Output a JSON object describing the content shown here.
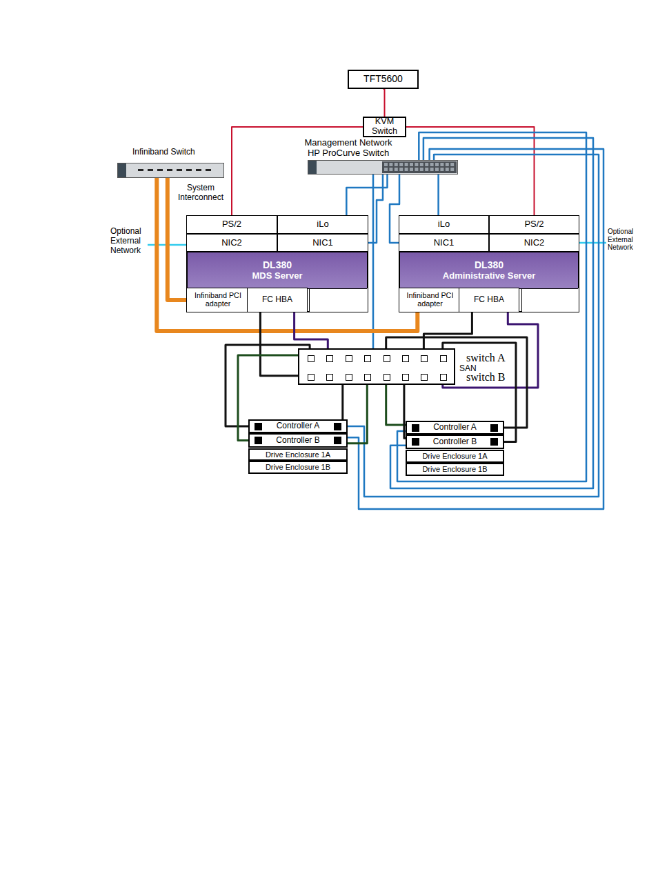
{
  "diagram": {
    "nodes": [
      {
        "text": [
          "TFT5600"
        ]
      },
      {
        "text": [
          "KVM Switch"
        ]
      },
      {
        "text": [
          "Management Network HP ProCurve Switch"
        ]
      },
      {
        "text": [
          "Infiniband Switch"
        ]
      },
      {
        "text": [
          "DL380",
          "MDS Server"
        ]
      },
      {
        "text": [
          "PS/2"
        ],
        "in": 4
      },
      {
        "text": [
          "iLo"
        ],
        "in": 4
      },
      {
        "text": [
          "NIC2"
        ],
        "in": 4
      },
      {
        "text": [
          "NIC1"
        ],
        "in": 4
      },
      {
        "text": [
          "Infiniband PCI adapter"
        ],
        "in": 4
      },
      {
        "text": [
          "FC HBA"
        ],
        "in": 4
      },
      {
        "text": [
          "DL380",
          "Administrative Server"
        ]
      },
      {
        "text": [
          "iLo"
        ],
        "in": 11
      },
      {
        "text": [
          "PS/2"
        ],
        "in": 11
      },
      {
        "text": [
          "NIC1"
        ],
        "in": 11
      },
      {
        "text": [
          "NIC2"
        ],
        "in": 11
      },
      {
        "text": [
          "Infiniband PCI adapter"
        ],
        "in": 11
      },
      {
        "text": [
          "FC HBA"
        ],
        "in": 11
      },
      {
        "text": [
          "switch A",
          "SAN",
          "switch B"
        ]
      },
      {
        "text": [
          "Controller A"
        ]
      },
      {
        "text": [
          "Controller B"
        ]
      },
      {
        "text": [
          "Drive Enclosure 1A"
        ]
      },
      {
        "text": [
          "Drive Enclosure 1B"
        ]
      },
      {
        "text": [
          "Controller A"
        ]
      },
      {
        "text": [
          "Controller B"
        ]
      },
      {
        "text": [
          "Drive Enclosure 1A"
        ]
      },
      {
        "text": [
          "Drive Enclosure 1B"
        ]
      }
    ],
    "edges": [
      {
        "from": 0,
        "to": 1,
        "arrow": "none"
      },
      {
        "from": 1,
        "to": 5,
        "arrow": "none"
      },
      {
        "from": 1,
        "to": 13,
        "arrow": "none"
      },
      {
        "from": 2,
        "to": 6,
        "arrow": "none"
      },
      {
        "from": 2,
        "to": 8,
        "arrow": "none"
      },
      {
        "from": 2,
        "to": 12,
        "arrow": "none"
      },
      {
        "from": 2,
        "to": 14,
        "arrow": "none"
      },
      {
        "from": 2,
        "to": 18,
        "arrow": "none"
      },
      {
        "from": 2,
        "to": 20,
        "arrow": "none"
      },
      {
        "from": 2,
        "to": 19,
        "arrow": "none"
      },
      {
        "from": 2,
        "to": 24,
        "arrow": "none"
      },
      {
        "from": 2,
        "to": 23,
        "arrow": "none"
      },
      {
        "from": 3,
        "to": 9,
        "arrow": "none"
      },
      {
        "from": 3,
        "to": 16,
        "arrow": "none"
      },
      {
        "from": 10,
        "to": 18,
        "arrow": "none"
      },
      {
        "from": 10,
        "to": 18,
        "arrow": "none"
      },
      {
        "from": 17,
        "to": 18,
        "arrow": "none"
      },
      {
        "from": 17,
        "to": 18,
        "arrow": "none"
      },
      {
        "from": 18,
        "to": 19,
        "arrow": "none"
      },
      {
        "from": 18,
        "to": 20,
        "arrow": "none"
      },
      {
        "from": 18,
        "to": 19,
        "arrow": "none"
      },
      {
        "from": 18,
        "to": 20,
        "arrow": "none"
      },
      {
        "from": 18,
        "to": 23,
        "arrow": "none"
      },
      {
        "from": 18,
        "to": 24,
        "arrow": "none"
      },
      {
        "from": 18,
        "to": 23,
        "arrow": "none"
      },
      {
        "from": 18,
        "to": 24,
        "arrow": "none"
      }
    ],
    "labels": [
      "System Interconnect",
      "Optional External Network",
      "Optional External Network"
    ]
  }
}
